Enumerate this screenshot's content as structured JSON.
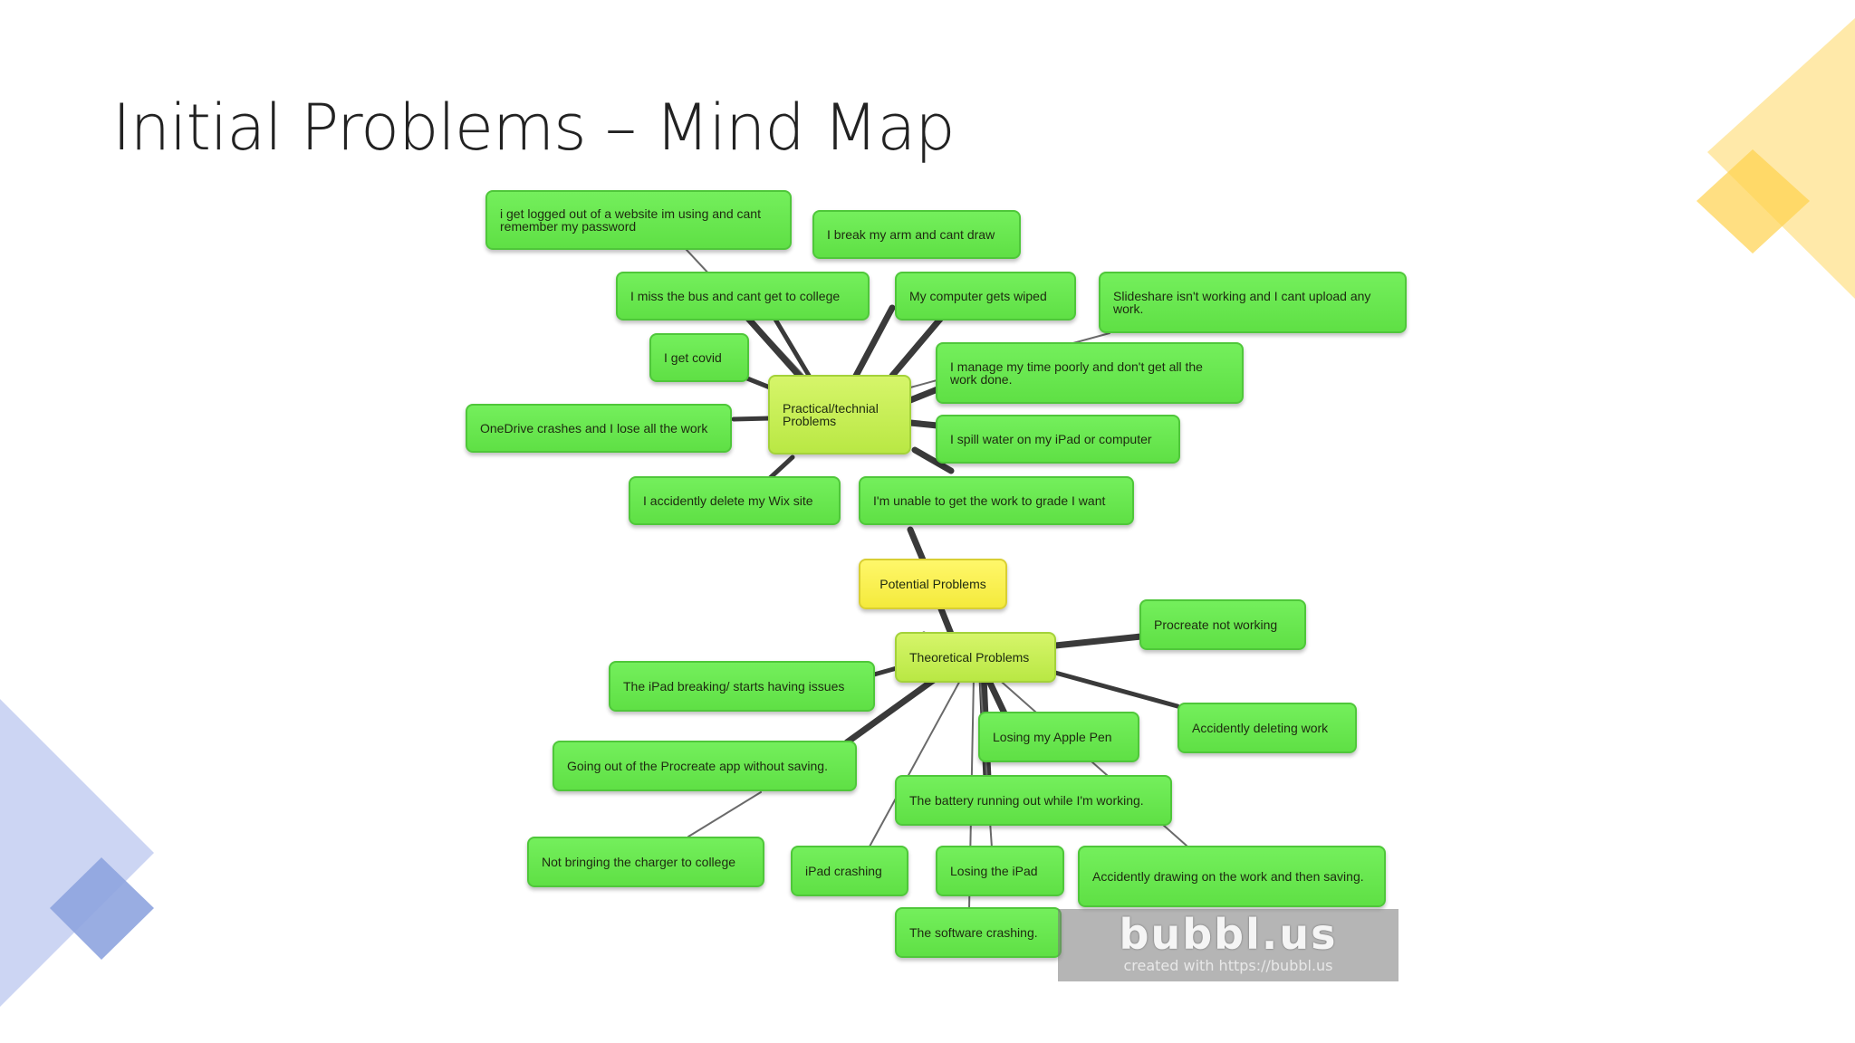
{
  "slide": {
    "title": "Initial Problems – Mind Map"
  },
  "colors": {
    "node_green": "#64e44b",
    "node_lime": "#c8ee56",
    "node_yellow": "#f8ef4c",
    "connector": "#3a3a3a",
    "deco_yellow": "#ffd75a",
    "deco_blue": "#8fa6e0"
  },
  "mindmap": {
    "root": "Potential Problems",
    "branches": [
      {
        "label": "Practical/technial Problems",
        "children": [
          "i get logged out of a website im using and cant remember my password",
          "I break my arm and cant draw",
          "I miss the bus and cant get to college",
          "My computer gets wiped",
          "Slideshare isn't working and I cant upload any work.",
          "I get covid",
          "I manage my time poorly and don't get all the work done.",
          "OneDrive crashes and I lose all the work",
          "I spill water on my iPad or computer",
          "I accidently delete my Wix site",
          "I'm unable to get the work to grade I want"
        ]
      },
      {
        "label": "Theoretical Problems",
        "children": [
          "Procreate not working",
          "The iPad breaking/ starts having issues",
          "Accidently deleting work",
          "Losing my Apple Pen",
          "Going out of the Procreate app without saving.",
          "The battery running out while I'm working.",
          "Not bringing the charger to college",
          "iPad crashing",
          "Losing the iPad",
          "Accidently drawing on the work and then saving.",
          "The software crashing."
        ]
      }
    ]
  },
  "watermark": {
    "logo": "bubbl.us",
    "caption": "created with https://bubbl.us"
  }
}
